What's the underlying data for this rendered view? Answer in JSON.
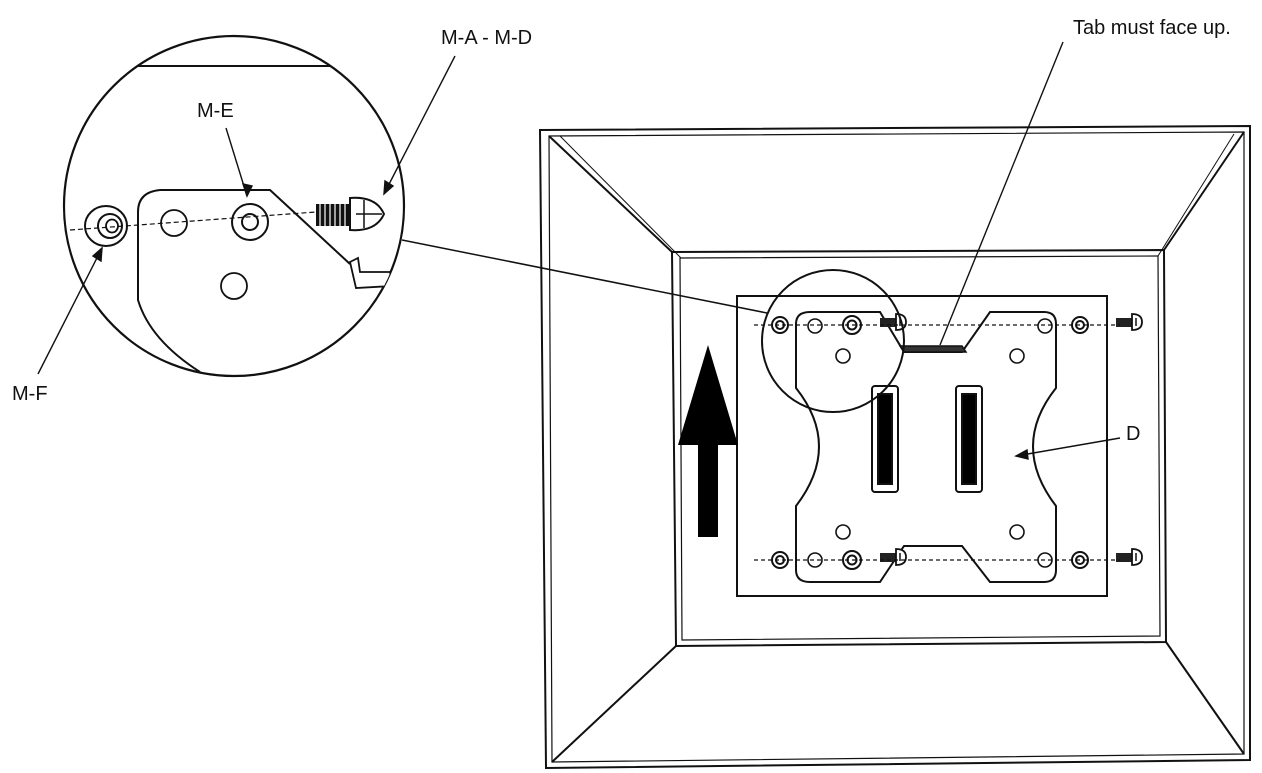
{
  "labels": {
    "screws": "M-A - M-D",
    "washer": "M-E",
    "spacer": "M-F",
    "tab_note": "Tab must face up.",
    "plate": "D"
  },
  "icons": {
    "direction": "up-arrow-icon",
    "screw": "screw-icon",
    "washer": "washer-icon"
  }
}
